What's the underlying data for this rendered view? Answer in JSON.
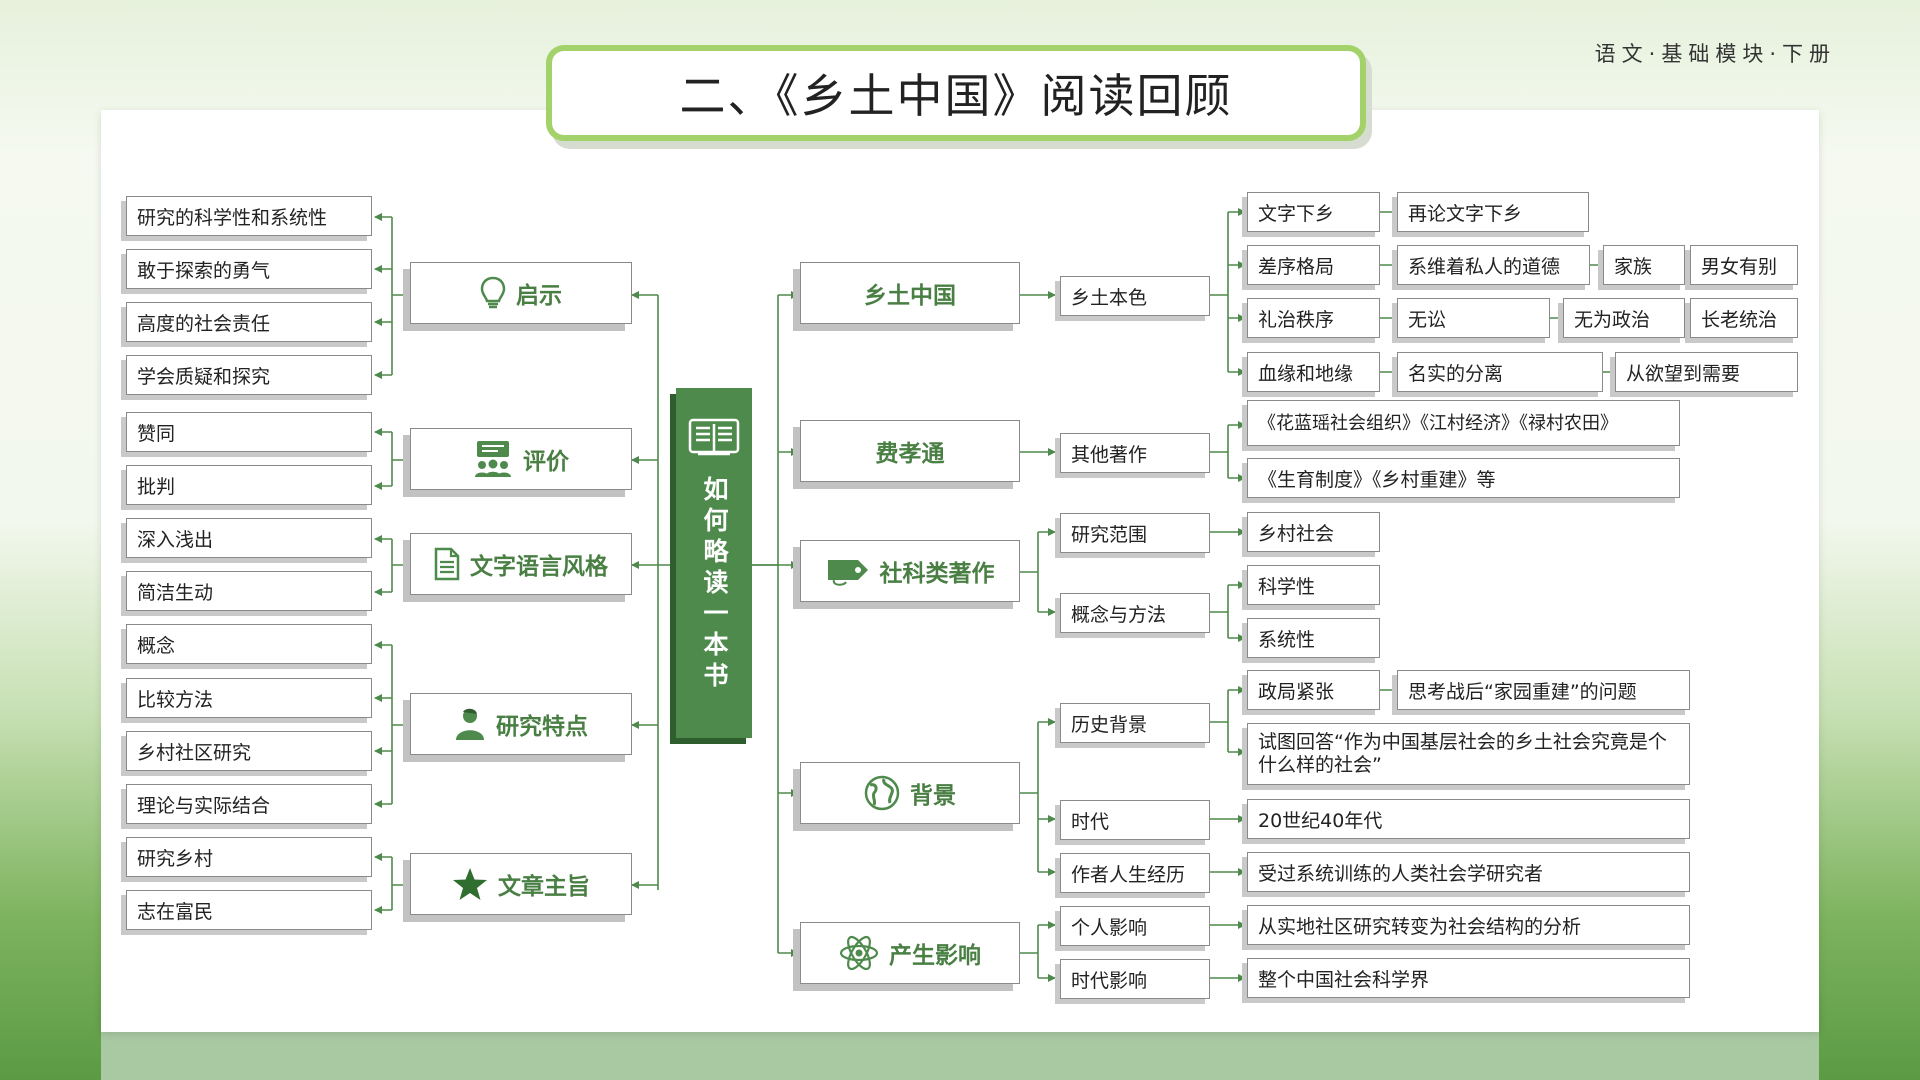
{
  "header": {
    "series": "语文·基础模块·下册"
  },
  "title": "二、《乡土中国》阅读回顾",
  "center": {
    "label": "如何略读一本书"
  },
  "left": {
    "qishi": {
      "label": "启示",
      "icon": "lightbulb-icon",
      "items": [
        "研究的科学性和系统性",
        "敢于探索的勇气",
        "高度的社会责任",
        "学会质疑和探究"
      ]
    },
    "pingjia": {
      "label": "评价",
      "icon": "audience-icon",
      "items": [
        "赞同",
        "批判"
      ]
    },
    "fengge": {
      "label": "文字语言风格",
      "icon": "document-icon",
      "items": [
        "深入浅出",
        "简洁生动"
      ]
    },
    "tedian": {
      "label": "研究特点",
      "icon": "person-icon",
      "items": [
        "概念",
        "比较方法",
        "乡村社区研究",
        "理论与实际结合"
      ]
    },
    "zhuzhi": {
      "label": "文章主旨",
      "icon": "star-icon",
      "items": [
        "研究乡村",
        "志在富民"
      ]
    }
  },
  "right": {
    "xiangtu": {
      "label": "乡土中国",
      "sub": "乡土本色",
      "rows": [
        [
          "文字下乡",
          "再论文字下乡"
        ],
        [
          "差序格局",
          "系维着私人的道德",
          "家族",
          "男女有别"
        ],
        [
          "礼治秩序",
          "无讼",
          "无为政治",
          "长老统治"
        ],
        [
          "血缘和地缘",
          "名实的分离",
          "从欲望到需要"
        ]
      ]
    },
    "fei": {
      "label": "费孝通",
      "sub": "其他著作",
      "works": [
        "《花蓝瑶社会组织》《江村经济》《禄村农田》",
        "《生育制度》《乡村重建》等"
      ]
    },
    "sheke": {
      "label": "社科类著作",
      "icon": "tag-icon",
      "range": {
        "label": "研究范围",
        "value": "乡村社会"
      },
      "method": {
        "label": "概念与方法",
        "values": [
          "科学性",
          "系统性"
        ]
      }
    },
    "beijing": {
      "label": "背景",
      "icon": "globe-icon",
      "history": {
        "label": "历史背景",
        "a": "政局紧张",
        "a2": "思考战后“家园重建”的问题",
        "b": "试图回答“作为中国基层社会的乡土社会究竟是个什么样的社会”"
      },
      "era": {
        "label": "时代",
        "value": "20世纪40年代"
      },
      "author": {
        "label": "作者人生经历",
        "value": "受过系统训练的人类社会学研究者"
      }
    },
    "yingxiang": {
      "label": "产生影响",
      "icon": "atom-icon",
      "personal": {
        "label": "个人影响",
        "value": "从实地社区研究转变为社会结构的分析"
      },
      "times": {
        "label": "时代影响",
        "value": "整个中国社会科学界"
      }
    }
  },
  "colors": {
    "accent": "#4e8a4c",
    "title_border": "#a3d26a",
    "line": "#4e8a4c"
  }
}
